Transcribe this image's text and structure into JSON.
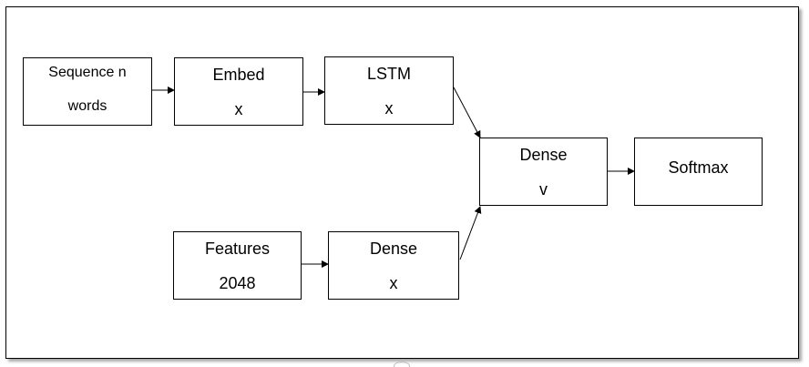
{
  "nodes": {
    "sequence": {
      "line1": "Sequence n",
      "line2": "words"
    },
    "embed": {
      "line1": "Embed",
      "line2": "x"
    },
    "lstm": {
      "line1": "LSTM",
      "line2": "x"
    },
    "dense_merge": {
      "line1": "Dense",
      "line2": "v"
    },
    "softmax": {
      "line1": "Softmax"
    },
    "features": {
      "line1": "Features",
      "line2": "2048"
    },
    "dense_features": {
      "line1": "Dense",
      "line2": "x"
    }
  },
  "colors": {
    "stroke": "#000000",
    "background": "#ffffff"
  }
}
